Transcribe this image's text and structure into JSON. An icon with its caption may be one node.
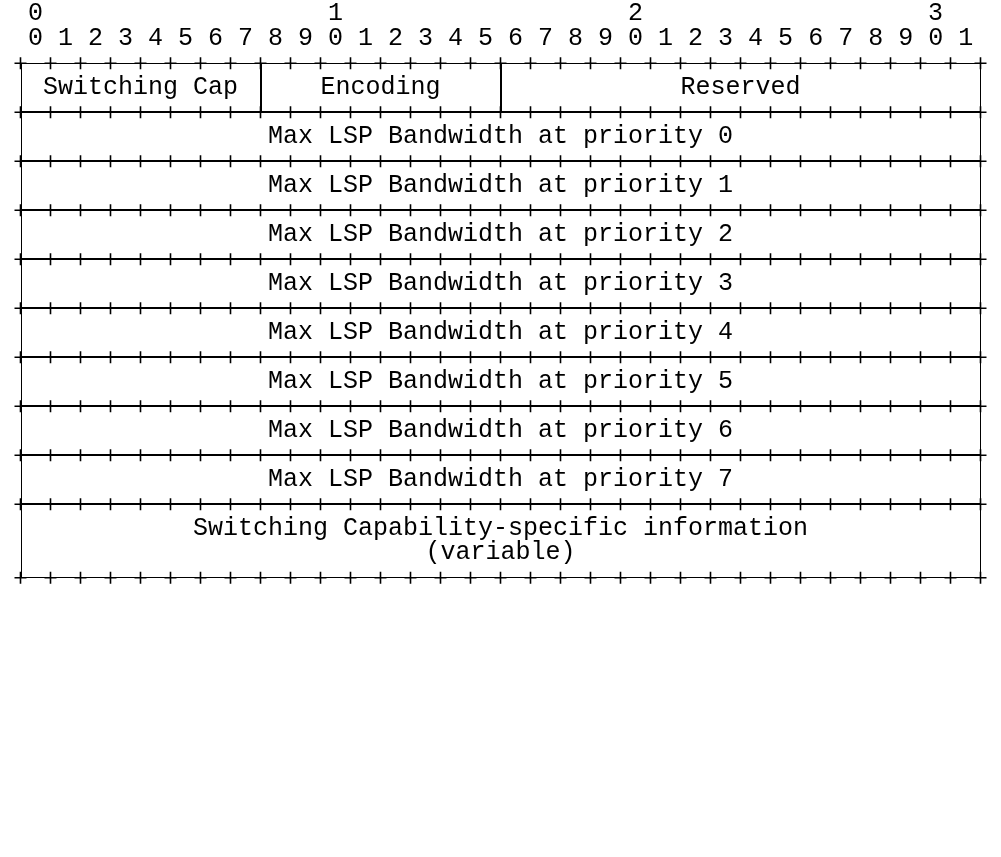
{
  "diagram": {
    "nodes": [
      {
        "text": [
          "Switching Cap"
        ]
      },
      {
        "text": [
          "Encoding"
        ]
      },
      {
        "text": [
          "Reserved"
        ]
      },
      {
        "text": [
          "Max LSP Bandwidth at priority 0"
        ]
      },
      {
        "text": [
          "Max LSP Bandwidth at priority 1"
        ]
      },
      {
        "text": [
          "Max LSP Bandwidth at priority 2"
        ]
      },
      {
        "text": [
          "Max LSP Bandwidth at priority 3"
        ]
      },
      {
        "text": [
          "Max LSP Bandwidth at priority 4"
        ]
      },
      {
        "text": [
          "Max LSP Bandwidth at priority 5"
        ]
      },
      {
        "text": [
          "Max LSP Bandwidth at priority 6"
        ]
      },
      {
        "text": [
          "Max LSP Bandwidth at priority 7"
        ]
      },
      {
        "text": [
          "Switching Capability-specific information (variable)"
        ]
      }
    ],
    "edges": [],
    "labels": [
      "0",
      "1",
      "2",
      "3",
      "0 1 2 3 4 5 6 7 8 9 0 1 2 3 4 5 6 7 8 9 0 1 2 3 4 5 6 7 8 9 0 1"
    ]
  }
}
